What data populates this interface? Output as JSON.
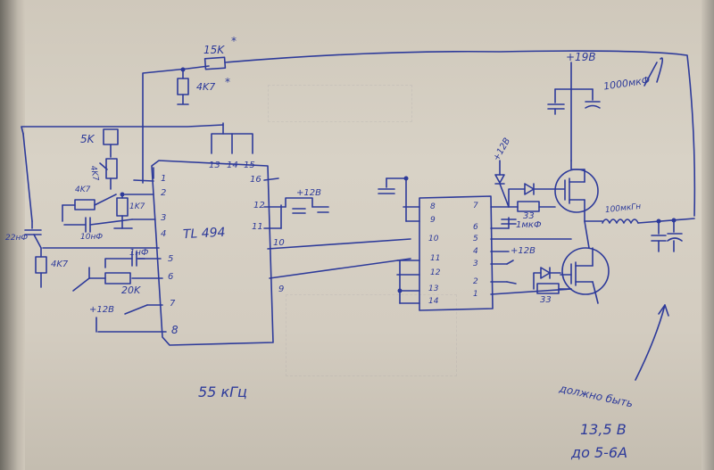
{
  "schematic": {
    "ic_left": {
      "name": "TL 494",
      "pins": [
        "1",
        "2",
        "3",
        "4",
        "5",
        "6",
        "7",
        "8",
        "9",
        "10",
        "11",
        "12",
        "13",
        "14",
        "15",
        "16"
      ]
    },
    "ic_right": {
      "pins": [
        "1",
        "2",
        "3",
        "4",
        "5",
        "6",
        "7",
        "8",
        "9",
        "10",
        "11",
        "12",
        "13",
        "14"
      ]
    },
    "components": {
      "r_15k": "15K",
      "r_15k_mark": "*",
      "r_4k7_top": "4K7",
      "r_4k7_top_mark": "*",
      "pot_5k": "5K",
      "r_4k7_a": "4K7",
      "r_4k7_b": "4K7",
      "r_1k7": "1K7",
      "c_10nf": "10нФ",
      "c_22nf": "22нФ",
      "r_4k7_left": "4K7",
      "c_1nf": "1нФ",
      "r_20k": "20K",
      "supply_12v_left": "+12В",
      "supply_12v_mid": "+12В",
      "supply_12v_right": "+12В",
      "supply_12v_b": "+12В",
      "r_33_top": "33",
      "r_33_bottom": "33",
      "c_1mkf": "1мкФ",
      "supply_19v": "+19В",
      "c_1000mkf": "1000мкФ",
      "inductor": "100мкГн"
    },
    "frequency": "55 кГц",
    "note_line1": "должно быть",
    "note_line2": "13,5 В",
    "note_line3": "до 5-6А"
  }
}
